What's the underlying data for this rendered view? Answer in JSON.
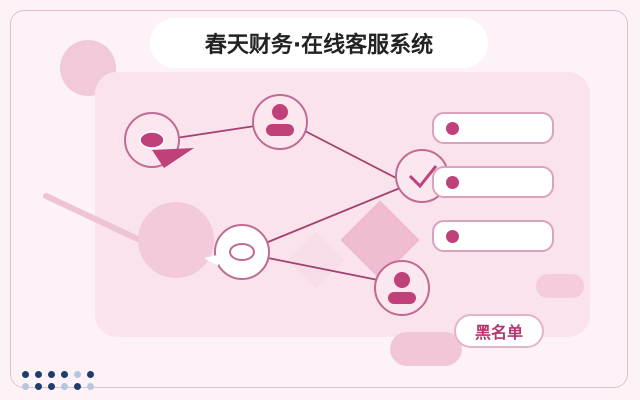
{
  "header": {
    "title": "春天财务·在线客服系统"
  },
  "actions": {
    "blacklist_label": "黑名单"
  },
  "icons": {
    "chat_bubble": "chat-bubble-icon",
    "user": "user-icon",
    "check": "check-icon",
    "ring": "ring-icon"
  },
  "list": {
    "items": 3
  },
  "colors": {
    "accent": "#c0417a",
    "panel": "#fbe3ee",
    "frame_border": "#e8bcd0"
  }
}
